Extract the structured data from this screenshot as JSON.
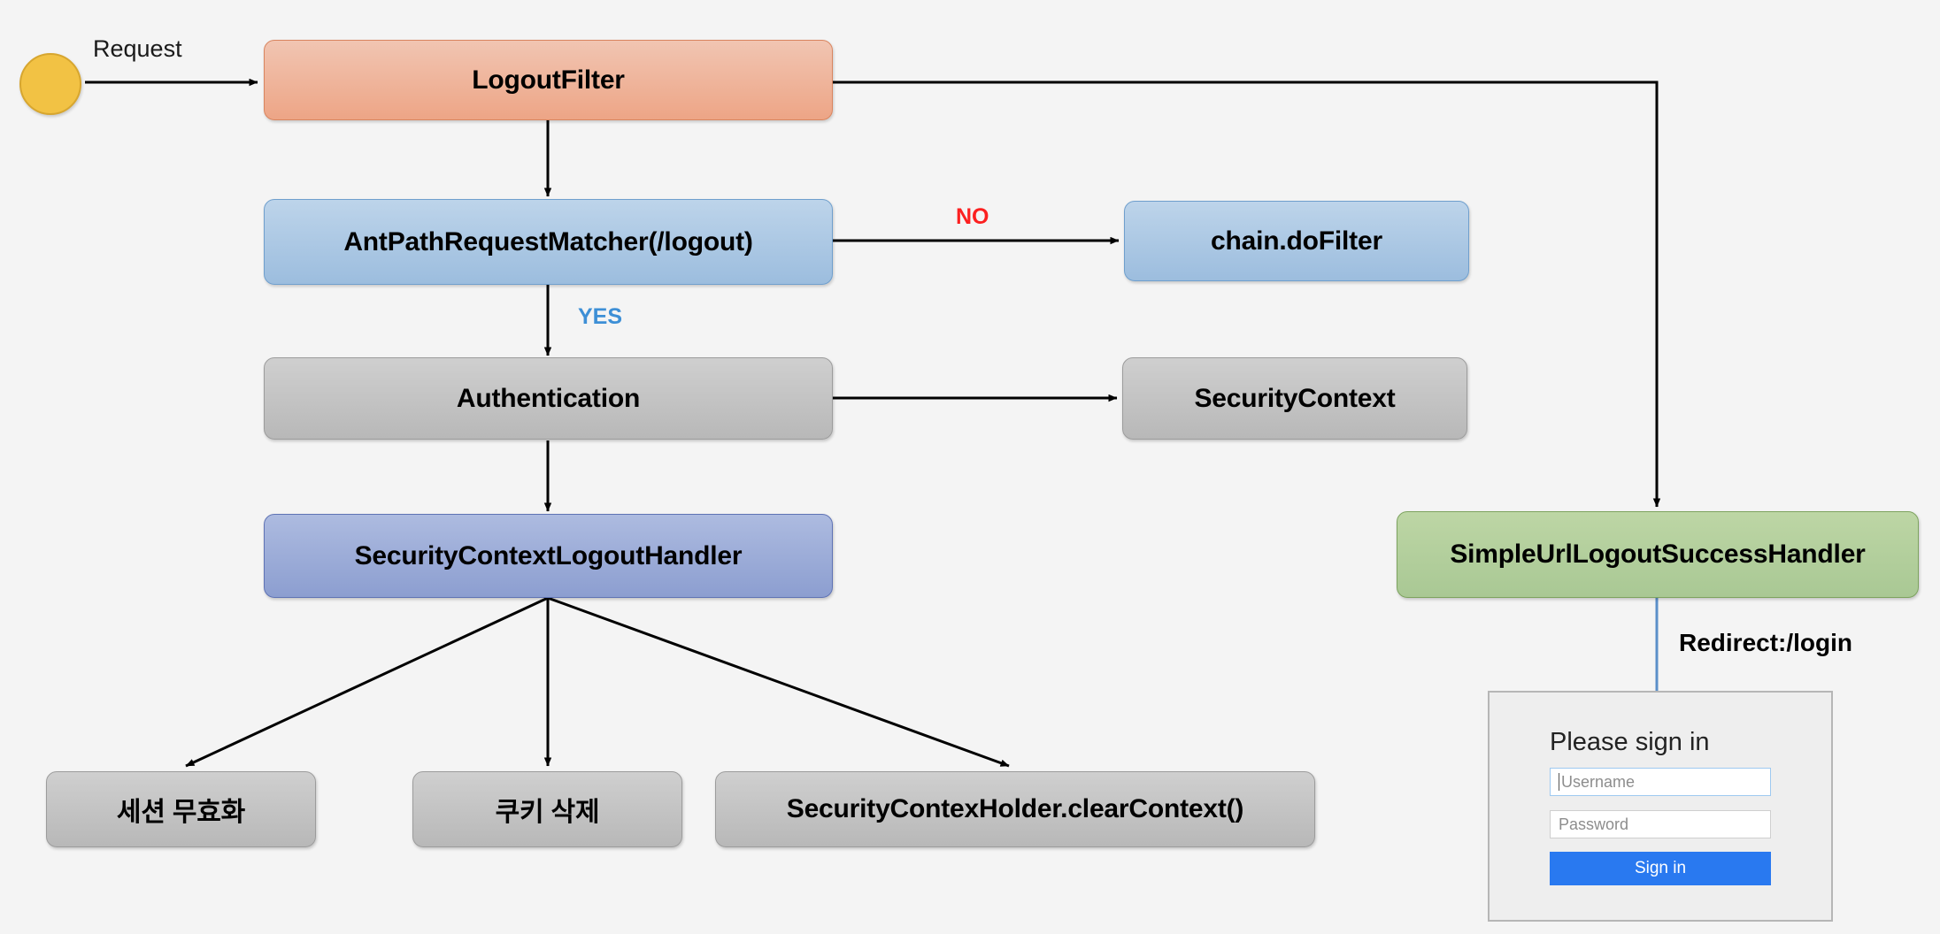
{
  "diagram": {
    "title": "Spring Security LogoutFilter flow",
    "background_color": "#f4f4f4",
    "start_node": {
      "name": "start",
      "shape": "circle",
      "color": "#f2c244"
    },
    "nodes": [
      {
        "id": "logout_filter",
        "label": "LogoutFilter",
        "color": "#eda586",
        "style": "orange"
      },
      {
        "id": "ant_path_request_matcher",
        "label": "AntPathRequestMatcher(/logout)",
        "color": "#9cbdde",
        "style": "light-blue"
      },
      {
        "id": "chain_dofilter",
        "label": "chain.doFilter",
        "color": "#9cbdde",
        "style": "light-blue"
      },
      {
        "id": "authentication",
        "label": "Authentication",
        "color": "#b8b8b8",
        "style": "grey"
      },
      {
        "id": "security_context",
        "label": "SecurityContext",
        "color": "#b8b8b8",
        "style": "grey"
      },
      {
        "id": "security_context_logout_handler",
        "label": "SecurityContextLogoutHandler",
        "color": "#8c9ed0",
        "style": "medium-blue"
      },
      {
        "id": "session_invalidate",
        "label": "세션 무효화",
        "color": "#b8b8b8",
        "style": "grey"
      },
      {
        "id": "cookie_delete",
        "label": "쿠키 삭제",
        "color": "#b8b8b8",
        "style": "grey"
      },
      {
        "id": "clear_context",
        "label": "SecurityContexHolder.clearContext()",
        "color": "#b8b8b8",
        "style": "grey"
      },
      {
        "id": "simple_url_logout_success_handler",
        "label": "SimpleUrlLogoutSuccessHandler",
        "color": "#a9c894",
        "style": "green"
      }
    ],
    "edge_labels": {
      "request": "Request",
      "no": "NO",
      "yes": "YES",
      "redirect": "Redirect:/login"
    },
    "edge_label_colors": {
      "no": "#fc2020",
      "yes": "#3d8fd6",
      "redirect": "#000000"
    }
  },
  "login_form": {
    "heading": "Please sign in",
    "username": {
      "value": "",
      "placeholder": "Username"
    },
    "password": {
      "value": "",
      "placeholder": "Password"
    },
    "submit_label": "Sign in",
    "accent_color": "#2979f0"
  }
}
